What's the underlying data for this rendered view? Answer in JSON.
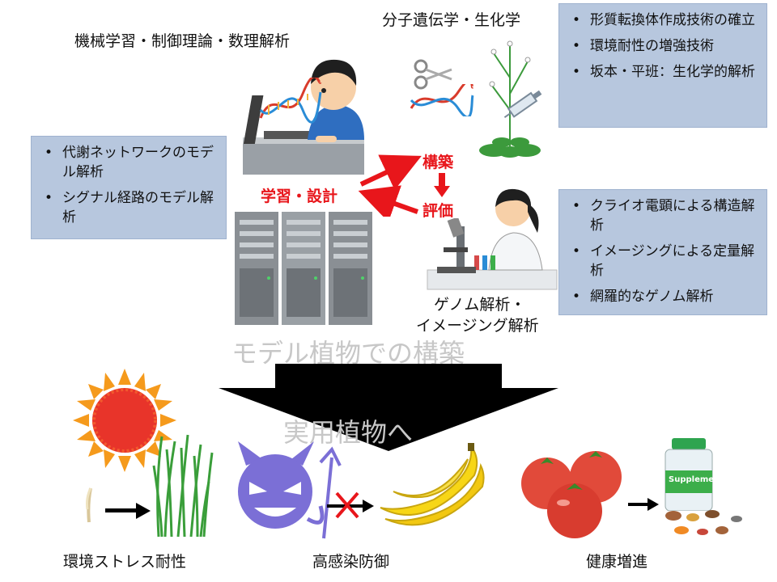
{
  "top_labels": {
    "machine_learning": "機械学習・制御理論・数理解析",
    "molecular_genetics": "分子遺伝学・生化学",
    "genome_imaging_line1": "ゲノム解析・",
    "genome_imaging_line2": "イメージング解析"
  },
  "boxes": {
    "right_top": [
      "形質転換体作成技術の確立",
      "環境耐性の増強技術",
      "坂本・平班：生化学的解析"
    ],
    "left_middle": [
      "代謝ネットワークのモデル解析",
      "シグナル経路のモデル解析"
    ],
    "right_middle": [
      "クライオ電顕による構造解析",
      "イメージングによる定量解析",
      "網羅的なゲノム解析"
    ]
  },
  "cycle": {
    "build": "構築",
    "evaluate": "評価",
    "learn_design": "学習・設計"
  },
  "titles": {
    "model_plants": "モデル植物での構築",
    "to_practical": "実用植物へ"
  },
  "bottom_labels": {
    "stress": "環境ストレス耐性",
    "infection": "高感染防御",
    "health": "健康増進"
  },
  "supplement_label": "Supplement",
  "icons": [
    "scientist-at-laptop-icon",
    "dna-icon",
    "scissors-icon",
    "plant-icon",
    "syringe-icon",
    "server-rack-icon",
    "lab-researcher-icon",
    "microscope-icon",
    "sun-icon",
    "seedling-icon",
    "grass-icon",
    "virus-devil-icon",
    "cross-mark-icon",
    "banana-icon",
    "tomato-icon",
    "supplement-bottle-icon",
    "pills-icon"
  ],
  "colors": {
    "box_bg": "#b7c7de",
    "cycle_red": "#e8161b",
    "title_gray": "#c7c7c7",
    "big_arrow": "#000000"
  }
}
